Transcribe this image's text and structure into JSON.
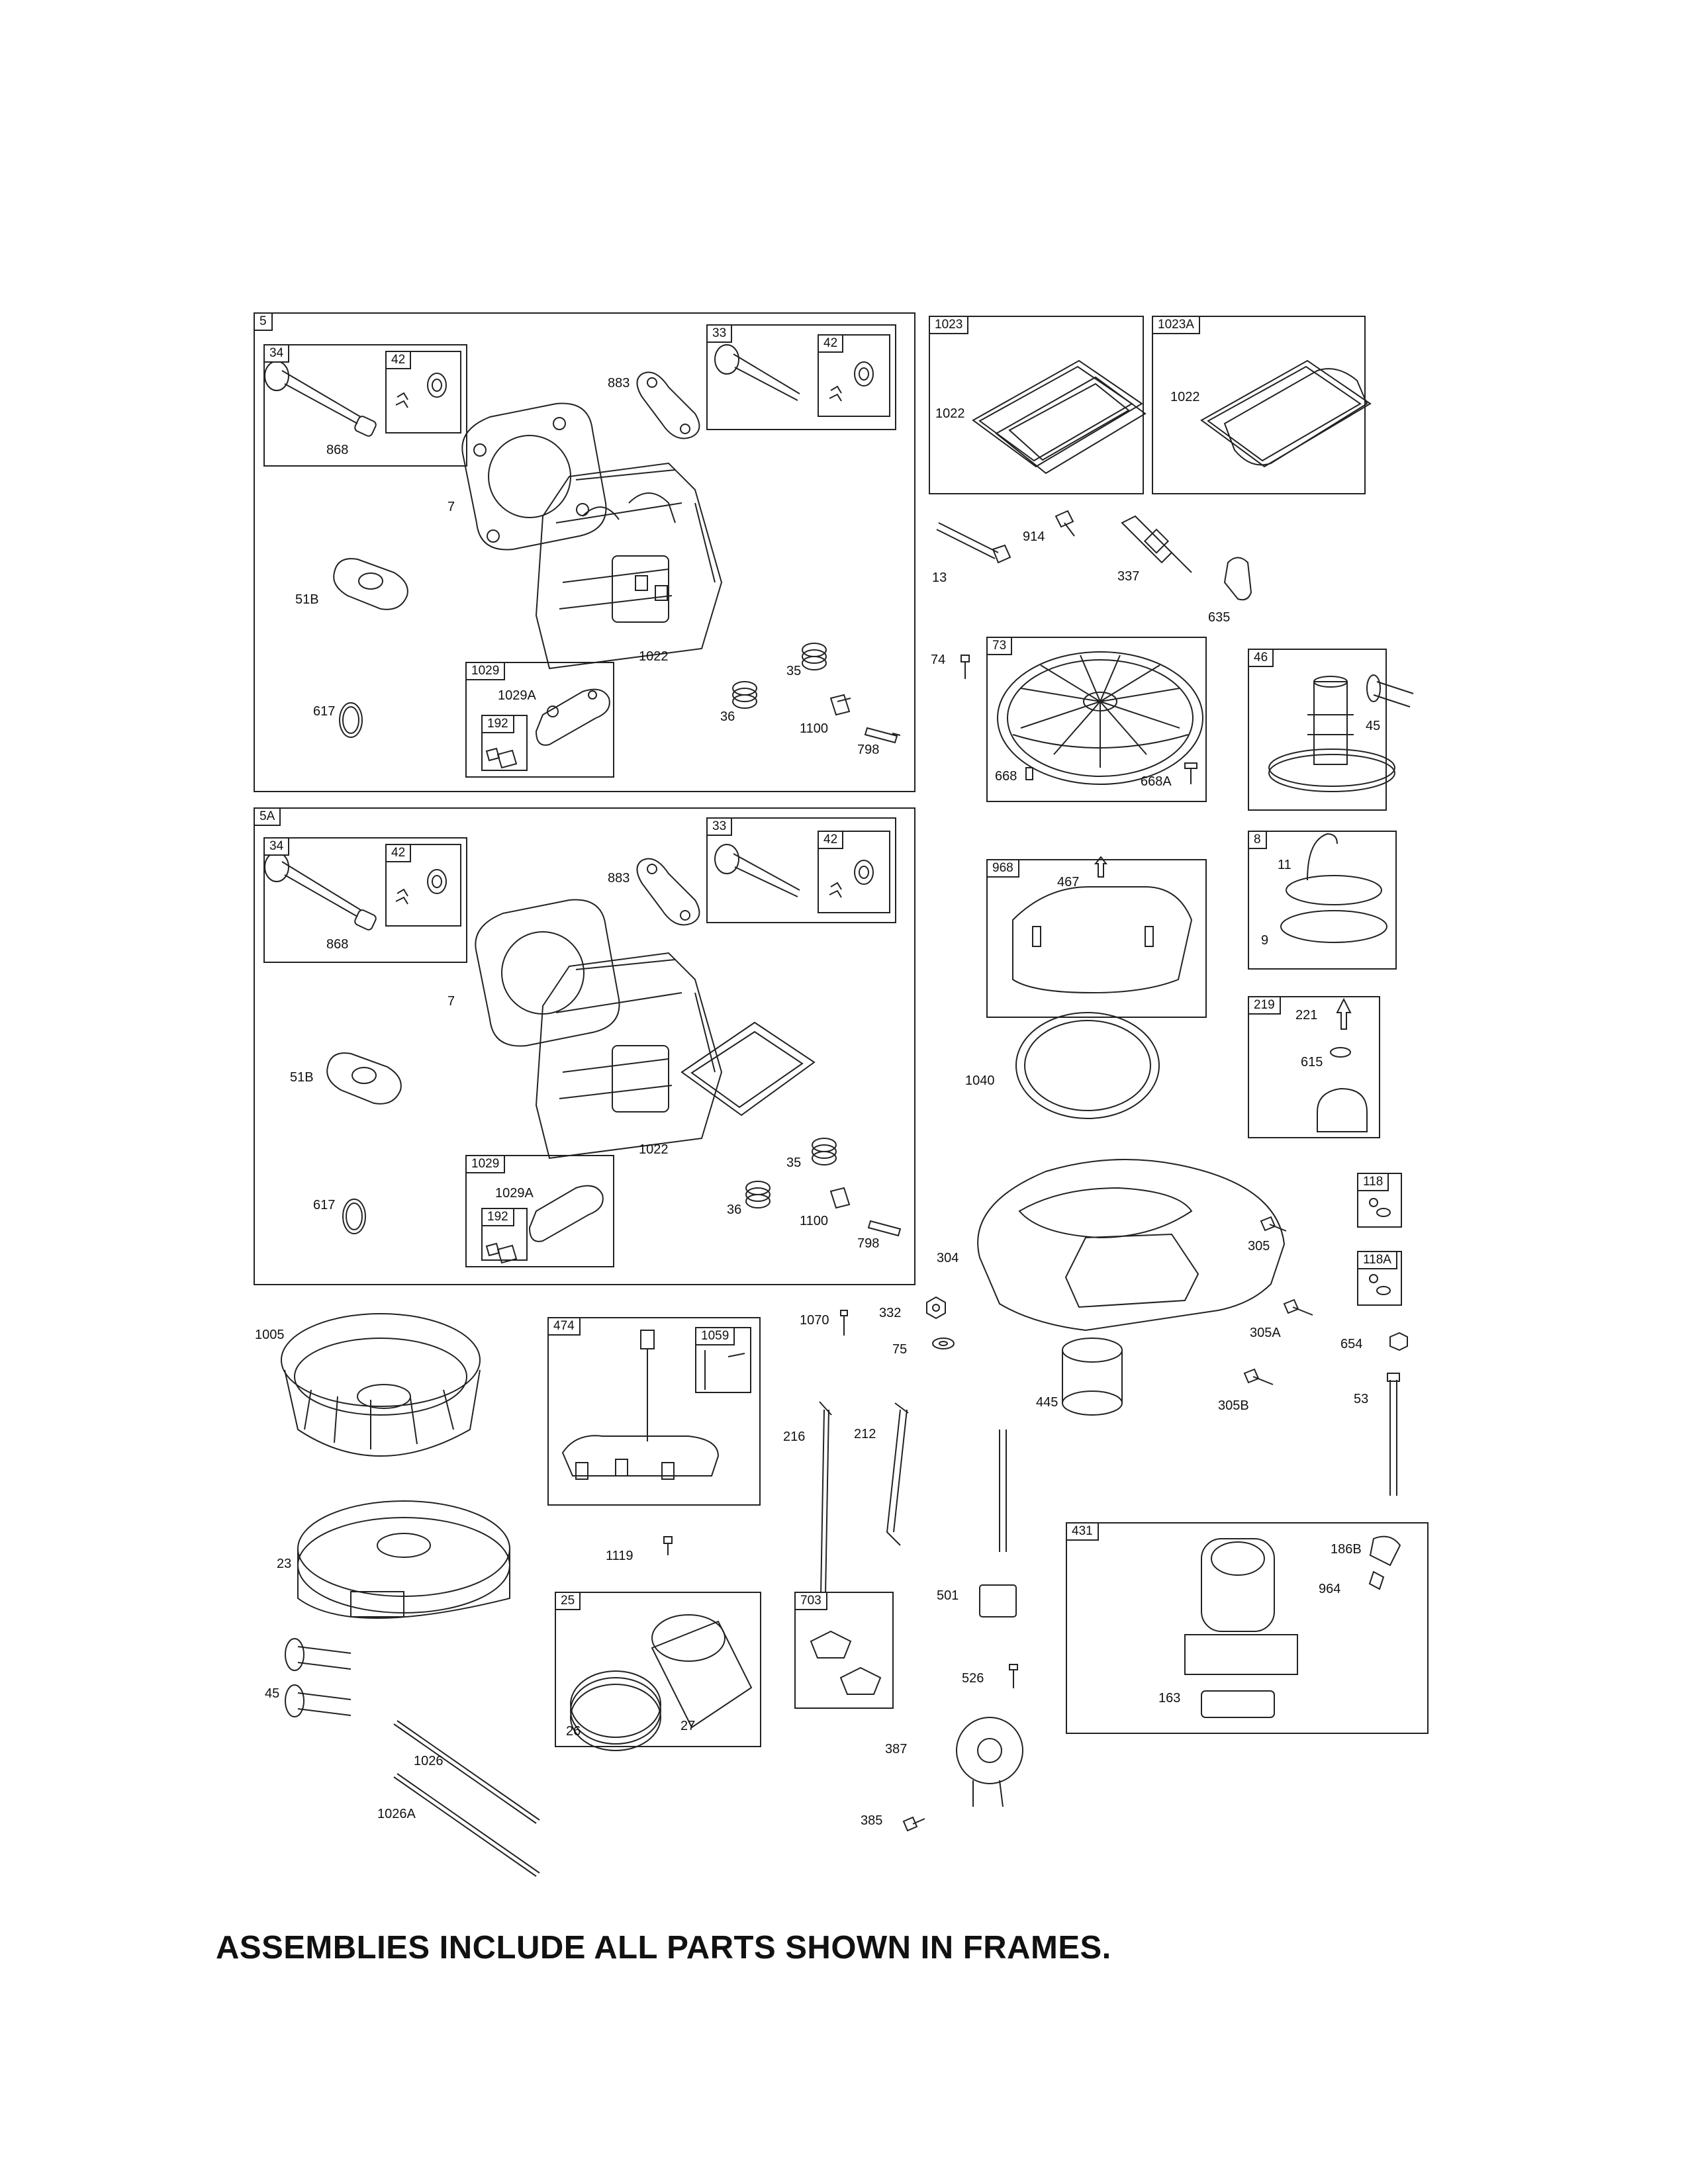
{
  "frames": {
    "f5": "5",
    "f5_34": "34",
    "f5_42a": "42",
    "f5_33": "33",
    "f5_42b": "42",
    "f5_1029": "1029",
    "f5_192": "192",
    "f5A": "5A",
    "f5A_34": "34",
    "f5A_42a": "42",
    "f5A_33": "33",
    "f5A_42b": "42",
    "f5A_1029": "1029",
    "f5A_192": "192",
    "f1023": "1023",
    "f1023A": "1023A",
    "f73": "73",
    "f46": "46",
    "f968": "968",
    "f8": "8",
    "f219": "219",
    "f118": "118",
    "f118A": "118A",
    "f474": "474",
    "f1059": "1059",
    "f25": "25",
    "f703": "703",
    "f431": "431"
  },
  "callouts": {
    "c_868a": "868",
    "c_883a": "883",
    "c_7a": "7",
    "c_51Ba": "51B",
    "c_1022a": "1022",
    "c_35a": "35",
    "c_36a": "36",
    "c_1100a": "1100",
    "c_798a": "798",
    "c_617a": "617",
    "c_1029Aa": "1029A",
    "c_868b": "868",
    "c_883b": "883",
    "c_7b": "7",
    "c_51Bb": "51B",
    "c_1022b": "1022",
    "c_35b": "35",
    "c_36b": "36",
    "c_1100b": "1100",
    "c_798b": "798",
    "c_617b": "617",
    "c_1029Ab": "1029A",
    "c_1022c": "1022",
    "c_1022d": "1022",
    "c_13": "13",
    "c_914": "914",
    "c_337": "337",
    "c_635": "635",
    "c_74": "74",
    "c_668": "668",
    "c_668A": "668A",
    "c_45a": "45",
    "c_467": "467",
    "c_11": "11",
    "c_9": "9",
    "c_221": "221",
    "c_615": "615",
    "c_1040": "1040",
    "c_304": "304",
    "c_305": "305",
    "c_305A": "305A",
    "c_654": "654",
    "c_305B": "305B",
    "c_53": "53",
    "c_1070": "1070",
    "c_332": "332",
    "c_75": "75",
    "c_445": "445",
    "c_1005": "1005",
    "c_216": "216",
    "c_212": "212",
    "c_1119": "1119",
    "c_23": "23",
    "c_45b": "45",
    "c_1026": "1026",
    "c_1026A": "1026A",
    "c_26": "26",
    "c_27": "27",
    "c_501": "501",
    "c_526": "526",
    "c_387": "387",
    "c_385": "385",
    "c_186B": "186B",
    "c_964": "964",
    "c_163": "163"
  },
  "footer_note": "ASSEMBLIES INCLUDE ALL PARTS SHOWN IN FRAMES."
}
